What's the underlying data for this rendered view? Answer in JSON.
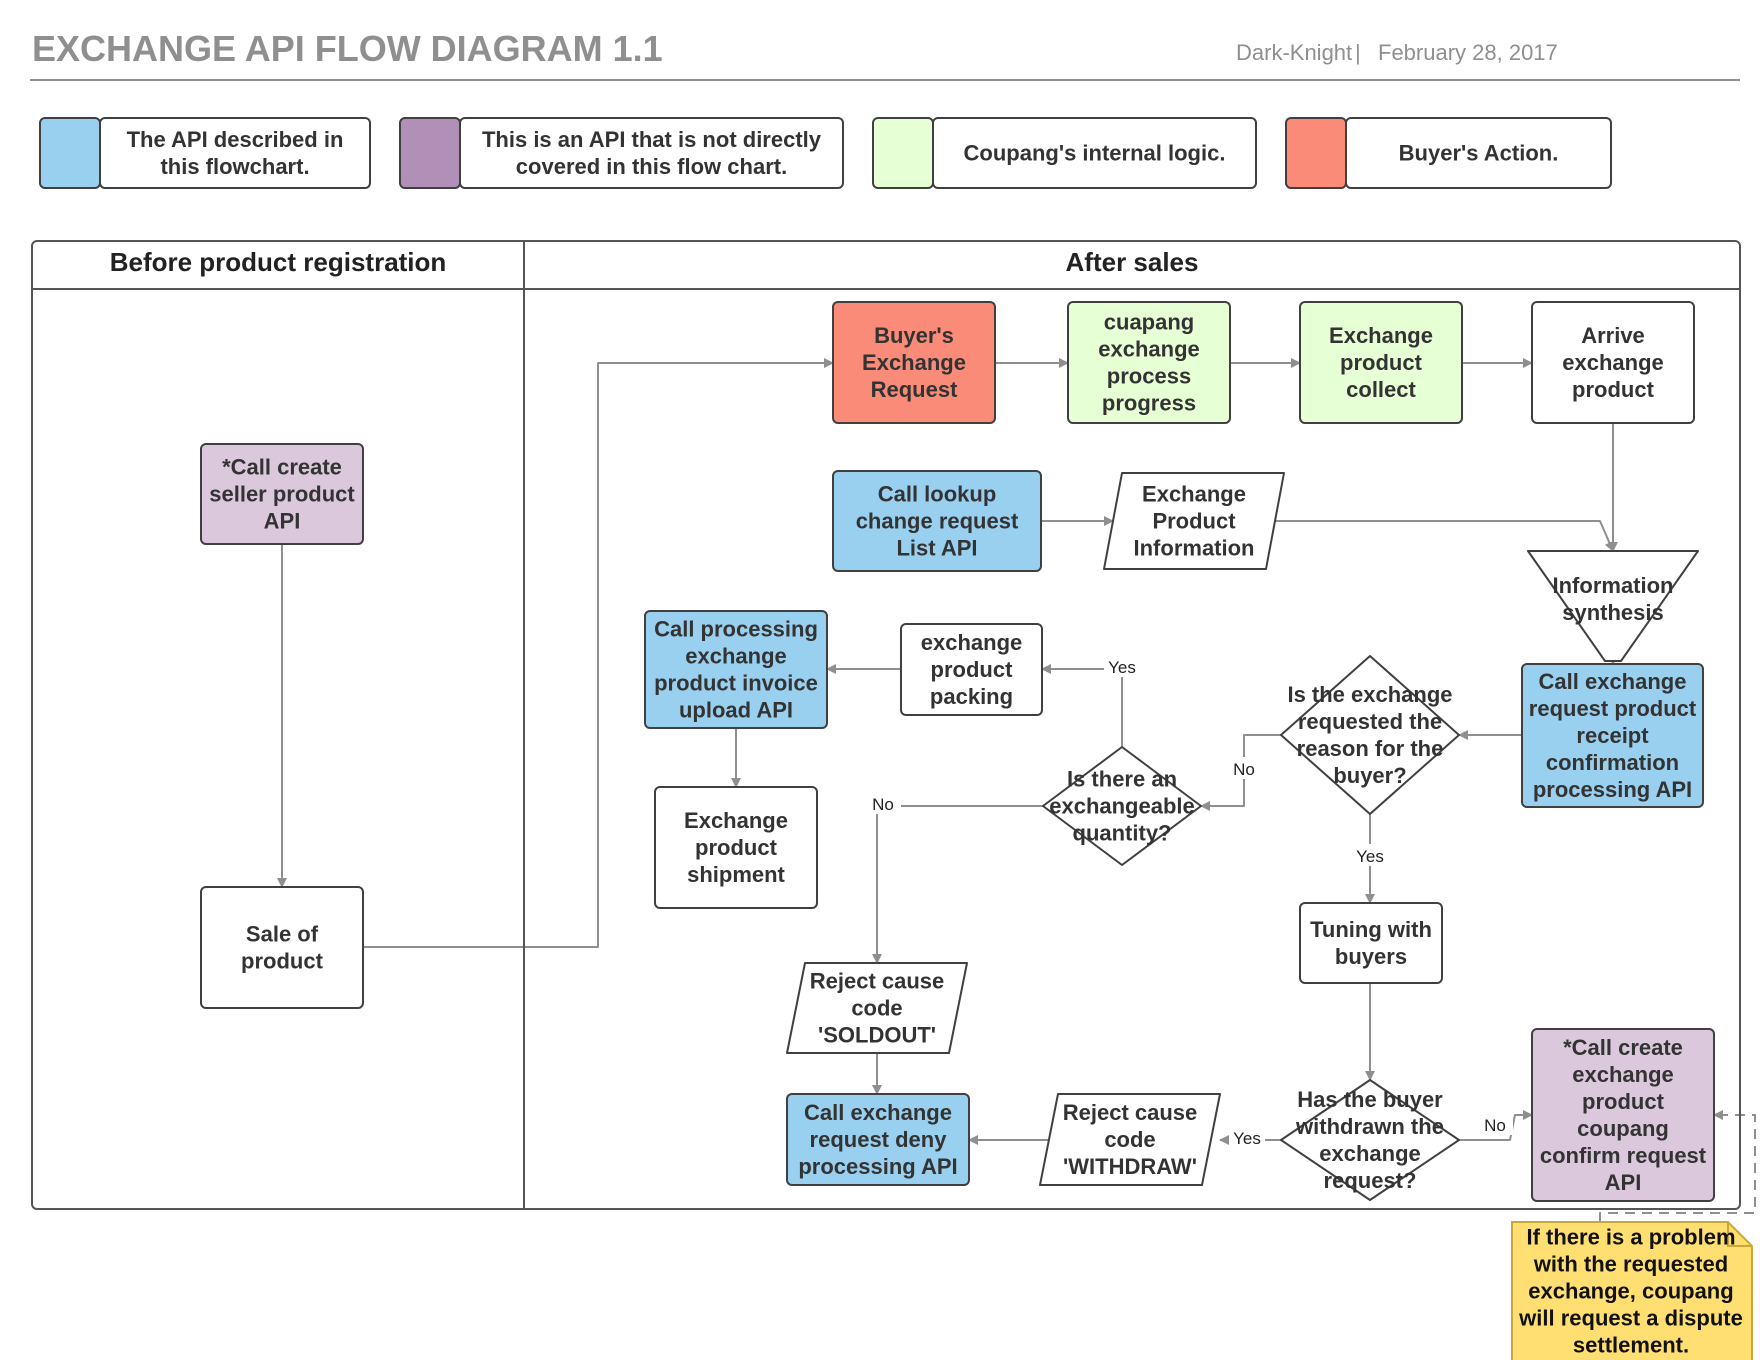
{
  "header": {
    "title": "EXCHANGE API FLOW DIAGRAM 1.1",
    "author": "Dark-Knight",
    "separator": "|",
    "date": "February 28, 2017"
  },
  "colors": {
    "api_described": "#99cfef",
    "api_other": "#b190b7",
    "api_other_node": "#dcc8dc",
    "internal_logic": "#e7ffd4",
    "buyer_action": "#fa8b78",
    "note": "#ffdf71",
    "line": "#8f8f8f",
    "border": "#404040"
  },
  "legend": [
    {
      "color": "#99cfef",
      "lines": [
        "The API described in",
        "this flowchart."
      ]
    },
    {
      "color": "#b190b7",
      "lines": [
        "This is an API that is not directly",
        "covered in this flow chart."
      ]
    },
    {
      "color": "#e7ffd4",
      "lines": [
        "Coupang's internal logic."
      ]
    },
    {
      "color": "#fa8b78",
      "lines": [
        "Buyer's Action."
      ]
    }
  ],
  "lanes": {
    "before": "Before product registration",
    "after": "After sales"
  },
  "nodes": {
    "call_create_seller": [
      "*Call create",
      "seller product",
      "API"
    ],
    "sale_of_product": [
      "Sale of",
      "product"
    ],
    "buyers_exchange_request": [
      "Buyer's",
      "Exchange",
      "Request"
    ],
    "cuapang_process": [
      "cuapang",
      "exchange",
      "process",
      "progress"
    ],
    "exchange_product_collect": [
      "Exchange",
      "product",
      "collect"
    ],
    "arrive_exchange_product": [
      "Arrive",
      "exchange",
      "product"
    ],
    "call_lookup_change": [
      "Call lookup",
      "change request",
      "List API"
    ],
    "exchange_product_information": [
      "Exchange",
      "Product",
      "Information"
    ],
    "information_synthesis": [
      "Information",
      "synthesis"
    ],
    "call_processing_invoice": [
      "Call processing",
      "exchange",
      "product invoice",
      "upload API"
    ],
    "exchange_product_packing": [
      "exchange",
      "product",
      "packing"
    ],
    "is_reason_for_buyer": [
      "Is the exchange",
      "requested the",
      "reason for the",
      "buyer?"
    ],
    "call_receipt_confirmation": [
      "Call exchange",
      "request product",
      "receipt",
      "confirmation",
      "processing API"
    ],
    "exchange_product_shipment": [
      "Exchange",
      "product",
      "shipment"
    ],
    "is_exchangeable_quantity": [
      "Is there an",
      "exchangeable",
      "quantity?"
    ],
    "tuning_with_buyers": [
      "Tuning with",
      "buyers"
    ],
    "reject_soldout": [
      "Reject cause",
      "code",
      "'SOLDOUT'"
    ],
    "call_create_confirm": [
      "*Call create",
      "exchange",
      "product",
      "coupang",
      "confirm request",
      "API"
    ],
    "call_deny_processing": [
      "Call exchange",
      "request deny",
      "processing API"
    ],
    "reject_withdraw": [
      "Reject cause",
      "code",
      "'WITHDRAW'"
    ],
    "has_buyer_withdrawn": [
      "Has the buyer",
      "withdrawn the",
      "exchange",
      "request?"
    ],
    "note": [
      "If there is a problem",
      "with the requested",
      "exchange, coupang",
      "will request a dispute",
      "settlement."
    ]
  },
  "edge_labels": {
    "yes": "Yes",
    "no": "No"
  }
}
